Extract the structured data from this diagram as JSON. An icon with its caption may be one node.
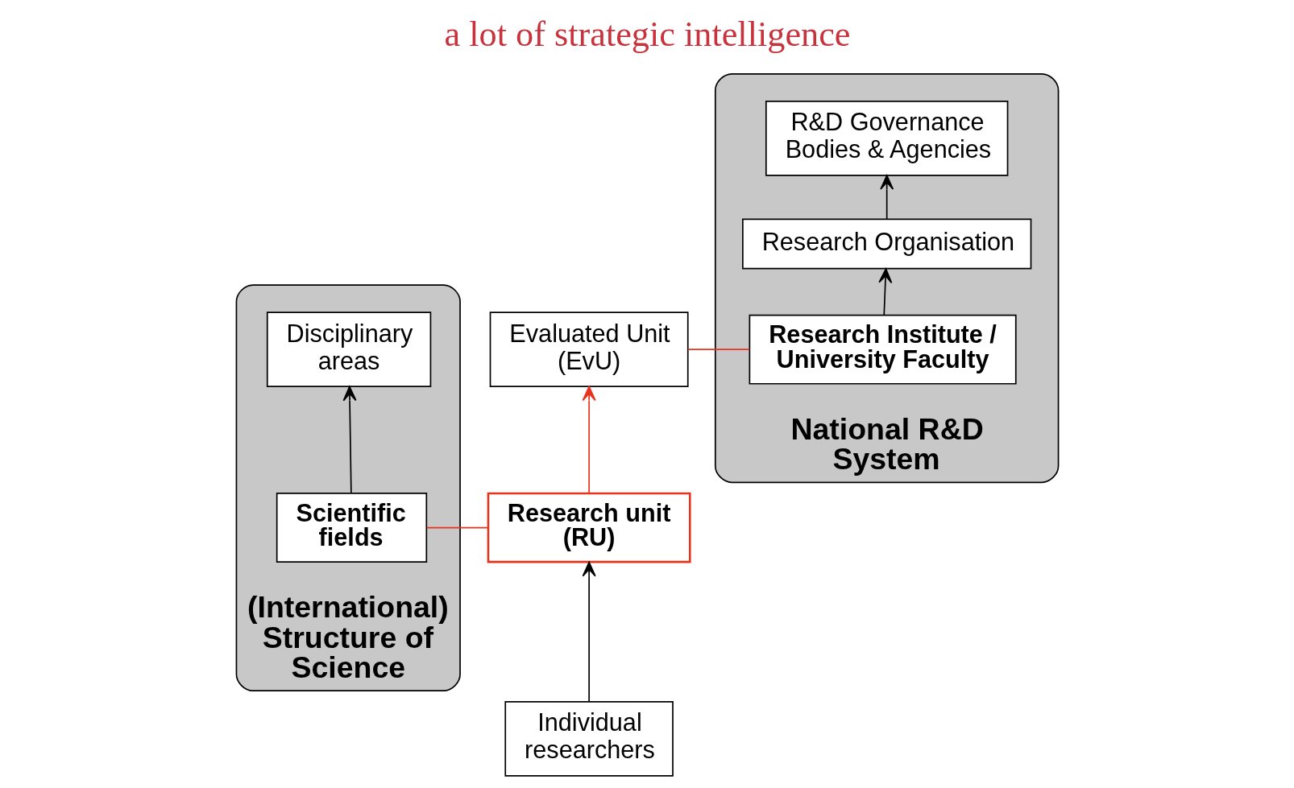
{
  "diagram": {
    "title": "a lot of strategic intelligence",
    "nodes": [
      {
        "text": [
          "(International) Structure of Science"
        ]
      },
      {
        "text": [
          "Disciplinary areas"
        ],
        "in": 0
      },
      {
        "text": [
          "Scientific fields"
        ],
        "in": 0
      },
      {
        "text": [
          "Evaluated Unit (EvU)"
        ]
      },
      {
        "text": [
          "Research unit (RU)"
        ]
      },
      {
        "text": [
          "Individual researchers"
        ]
      },
      {
        "text": [
          "National R&D System"
        ]
      },
      {
        "text": [
          "R&D Governance Bodies & Agencies"
        ],
        "in": 6
      },
      {
        "text": [
          "Research Organisation"
        ],
        "in": 6
      },
      {
        "text": [
          "Research Institute / University Faculty"
        ],
        "in": 6
      }
    ],
    "edges": [
      {
        "from": 2,
        "to": 1,
        "arrow": "to"
      },
      {
        "from": 2,
        "to": 4,
        "arrow": "none",
        "color": "#e8331c"
      },
      {
        "from": 4,
        "to": 3,
        "arrow": "to",
        "color": "#e8331c"
      },
      {
        "from": 5,
        "to": 4,
        "arrow": "to"
      },
      {
        "from": 3,
        "to": 9,
        "arrow": "none",
        "color": "#e8331c"
      },
      {
        "from": 9,
        "to": 8,
        "arrow": "to"
      },
      {
        "from": 8,
        "to": 7,
        "arrow": "to"
      }
    ]
  }
}
